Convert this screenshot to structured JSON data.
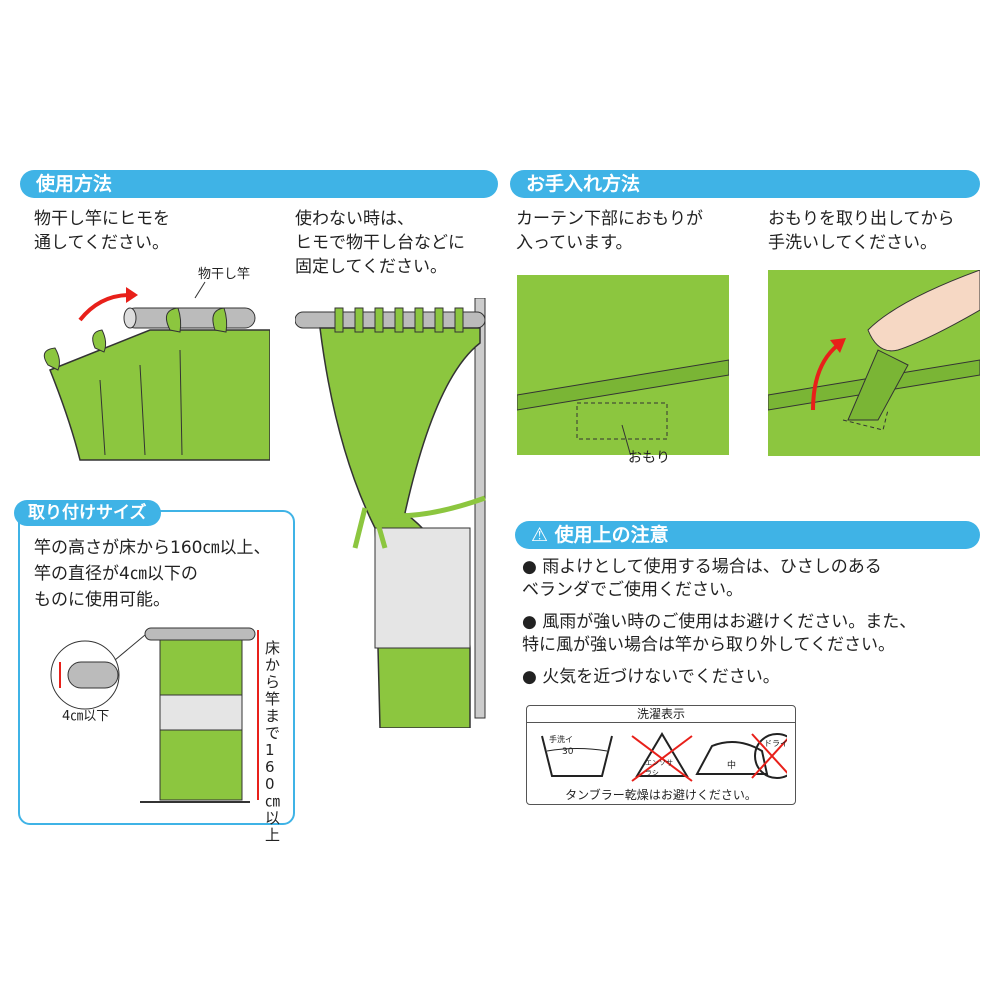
{
  "usage": {
    "title": "使用方法",
    "step1": "物干し竿にヒモを\n通してください。",
    "pole_label": "物干し竿",
    "step2": "使わない時は、\nヒモで物干し台などに\n固定してください。"
  },
  "care": {
    "title": "お手入れ方法",
    "step1": "カーテン下部におもりが\n入っています。",
    "weight_label": "おもり",
    "step2": "おもりを取り出してから\n手洗いしてください。"
  },
  "size": {
    "title": "取り付けサイズ",
    "text": "竿の高さが床から160㎝以上、\n竿の直径が4㎝以下の\nものに使用可能。",
    "diameter_label": "4㎝以下",
    "height_label": "床から竿まで160㎝以上"
  },
  "caution": {
    "title": "使用上の注意",
    "icon": "warning-icon",
    "items": [
      "雨よけとして使用する場合は、ひさしのある\nベランダでご使用ください。",
      "風雨が強い時のご使用はお避けください。また、\n特に風が強い場合は竿から取り外してください。",
      "火気を近づけないでください。"
    ]
  },
  "laundry": {
    "title": "洗濯表示",
    "wash": "手洗イ",
    "temp": "30",
    "bleach": "エンソサラシ",
    "iron": "中",
    "dry": "ドライ",
    "note": "タンブラー乾燥はお避けください。"
  },
  "colors": {
    "accent": "#3fb3e6",
    "curtain": "#8cc63f",
    "arrow": "#e8201a"
  }
}
